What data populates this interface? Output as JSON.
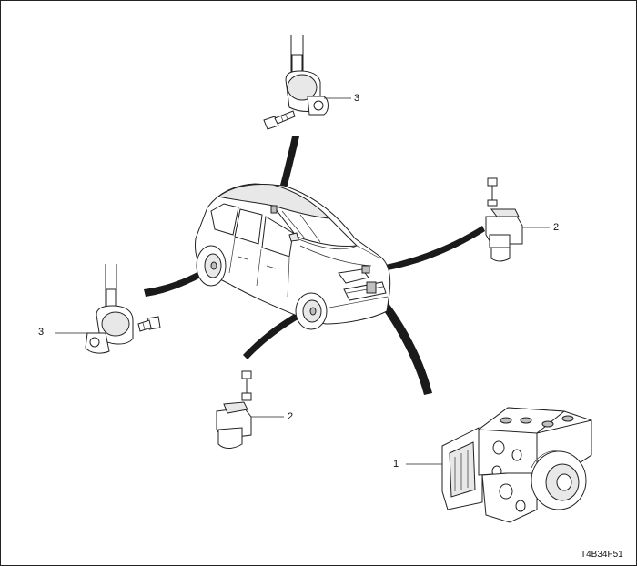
{
  "callouts": {
    "c1": "1",
    "c2_right": "2",
    "c2_bottom": "2",
    "c3_top": "3",
    "c3_left": "3"
  },
  "figure_code": "T4B34F51"
}
